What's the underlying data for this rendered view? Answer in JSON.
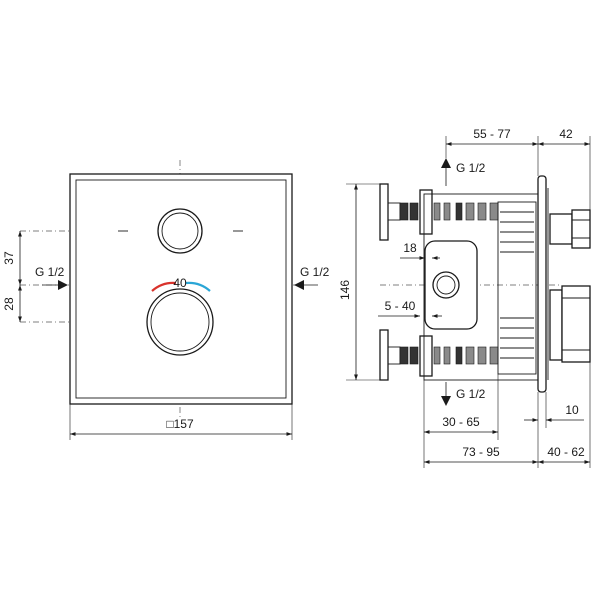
{
  "front_view": {
    "dim_square_157": "□157",
    "dim_37": "37",
    "dim_28": "28",
    "inlet_left_label": "G 1/2",
    "inlet_right_label": "G 1/2",
    "scale_40": "40"
  },
  "side_view": {
    "dim_55_77": "55 - 77",
    "dim_42": "42",
    "dim_146": "146",
    "dim_18": "18",
    "dim_5_40": "5 - 40",
    "dim_30_65": "30 - 65",
    "dim_10": "10",
    "dim_73_95": "73 - 95",
    "dim_40_62": "40 - 62",
    "outlet_top_label": "G 1/2",
    "outlet_bottom_label": "G 1/2"
  },
  "colors": {
    "hot_marker": "#d9322b",
    "cold_marker": "#2aa6d6"
  }
}
